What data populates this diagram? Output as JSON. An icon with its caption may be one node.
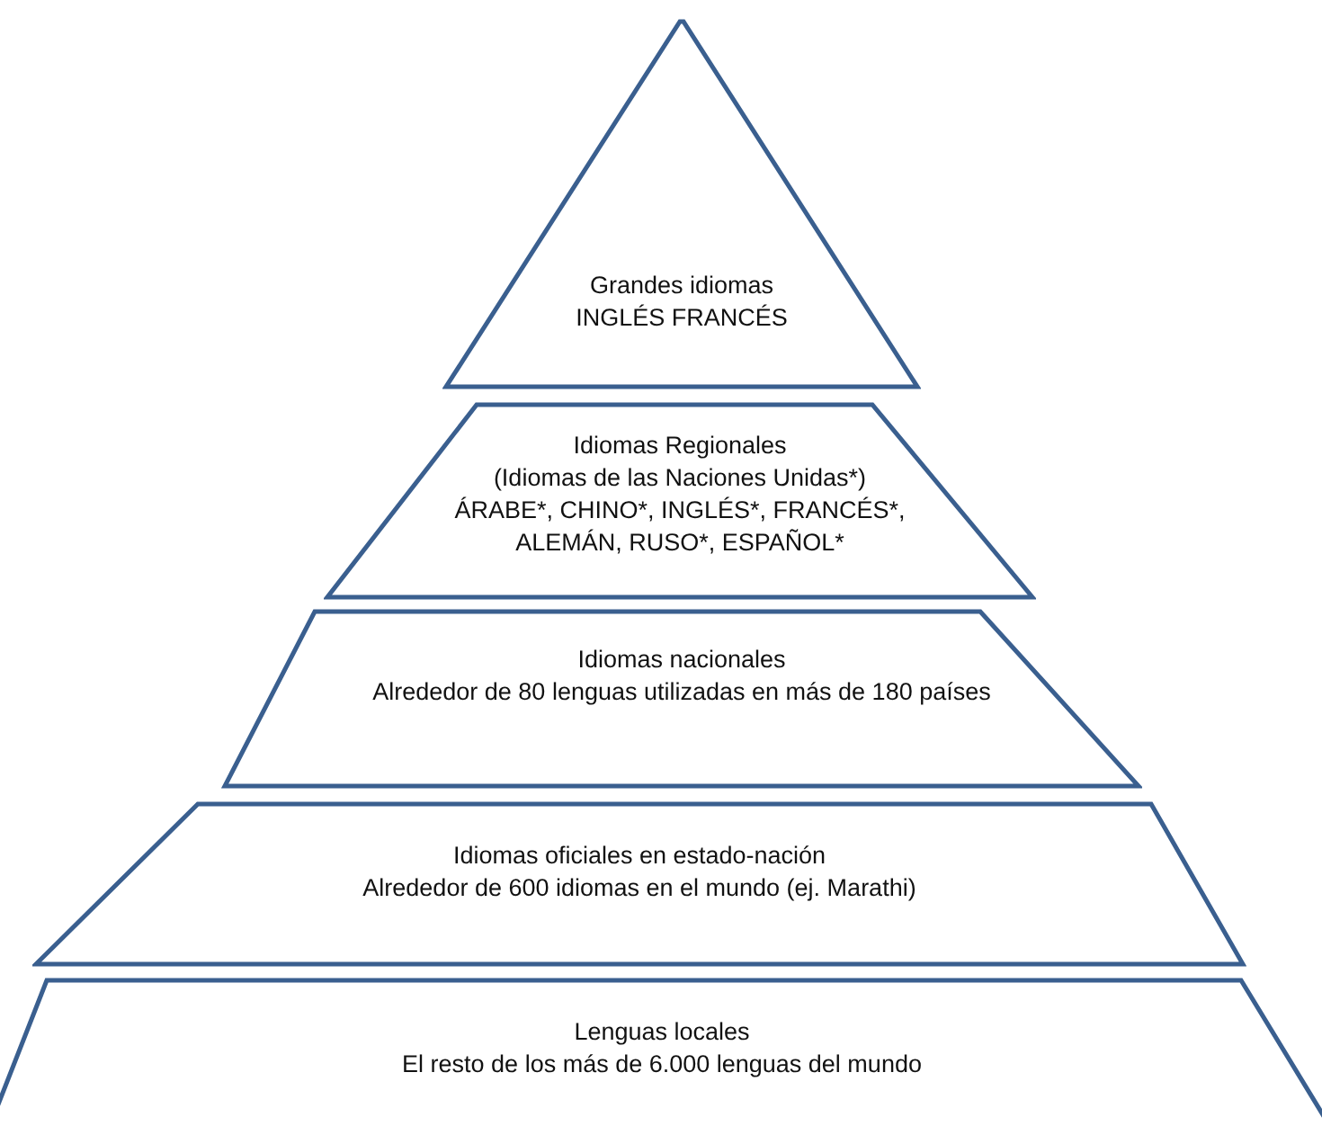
{
  "diagram": {
    "nodes": [
      {
        "text": [
          "Grandes idiomas",
          "INGLÉS FRANCÉS"
        ]
      },
      {
        "text": [
          "Idiomas Regionales",
          "(Idiomas de las Naciones Unidas*)",
          "ÁRABE*, CHINO*, INGLÉS*, FRANCÉS*, ALEMÁN, RUSO*, ESPAÑOL*"
        ]
      },
      {
        "text": [
          "Idiomas nacionales",
          "Alrededor de 80 lenguas utilizadas en más de 180 países"
        ]
      },
      {
        "text": [
          "Idiomas oficiales en estado-nación",
          "Alrededor de 600 idiomas en el mundo (ej. Marathi)"
        ]
      },
      {
        "text": [
          "Lenguas  locales",
          "El resto de los más de 6.000 lenguas del mundo"
        ]
      }
    ],
    "edges": []
  }
}
